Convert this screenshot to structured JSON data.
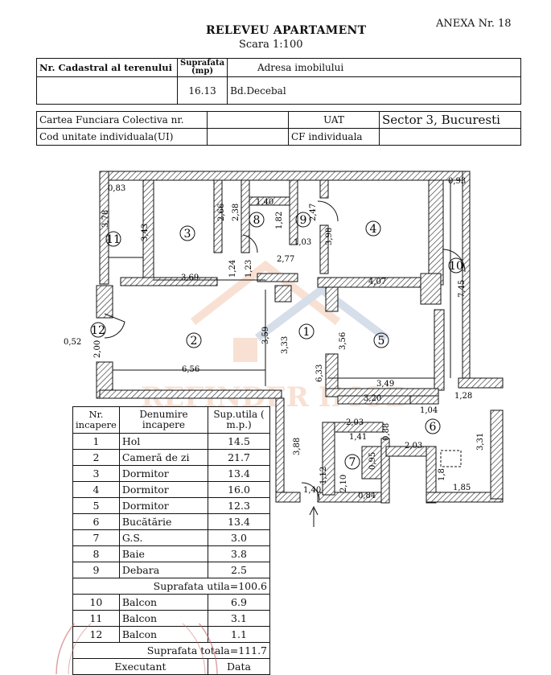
{
  "header": {
    "title": "RELEVEU APARTAMENT",
    "scale": "Scara 1:100",
    "annex": "ANEXA Nr. 18"
  },
  "cadastral_table": {
    "col1": "Nr. Cadastral al terenului",
    "col2": "Suprafata (mp)",
    "col3": "Adresa imobilului",
    "area": "16.13",
    "address": "Bd.Decebal"
  },
  "cf_table": {
    "cf_colectiva": "Cartea Funciara Colectiva nr.",
    "uat_label": "UAT",
    "uat_value": "Sector 3, Bucuresti",
    "cod_unitate": "Cod unitate individuala(UI)",
    "cf_individuala": "CF individuala"
  },
  "rooms_table": {
    "h_nr": "Nr. incapere",
    "h_name": "Denumire incapere",
    "h_area": "Sup.utila ( m.p.)",
    "rows": [
      {
        "nr": "1",
        "name": "Hol",
        "area": "14.5"
      },
      {
        "nr": "2",
        "name": "Cameră de zi",
        "area": "21.7"
      },
      {
        "nr": "3",
        "name": "Dormitor",
        "area": "13.4"
      },
      {
        "nr": "4",
        "name": "Dormitor",
        "area": "16.0"
      },
      {
        "nr": "5",
        "name": "Dormitor",
        "area": "12.3"
      },
      {
        "nr": "6",
        "name": "Bucătărie",
        "area": "13.4"
      },
      {
        "nr": "7",
        "name": "G.S.",
        "area": "3.0"
      },
      {
        "nr": "8",
        "name": "Baie",
        "area": "3.8"
      },
      {
        "nr": "9",
        "name": "Debara",
        "area": "2.5"
      }
    ],
    "util_total": "Suprafata utila=100.6",
    "balcony_rows": [
      {
        "nr": "10",
        "name": "Balcon",
        "area": "6.9"
      },
      {
        "nr": "11",
        "name": "Balcon",
        "area": "3.1"
      },
      {
        "nr": "12",
        "name": "Balcon",
        "area": "1.1"
      }
    ],
    "grand_total": "Suprafata totala=111.7",
    "executant": "Executant",
    "data": "Data"
  },
  "plan": {
    "room_numbers": [
      "1",
      "2",
      "3",
      "4",
      "5",
      "6",
      "7",
      "8",
      "9",
      "10",
      "11",
      "12"
    ],
    "dims": [
      "0,83",
      "3,78",
      "3,43",
      "2,66",
      "2,38",
      "1,40",
      "1,82",
      "2,47",
      "3,98",
      "1,03",
      "2,77",
      "0,93",
      "3,69",
      "1,24",
      "1,23",
      "4,07",
      "7,45",
      "0,52",
      "2,00",
      "3,59",
      "3,33",
      "6,33",
      "3,56",
      "6,56",
      "3,49",
      "3,20",
      "1,28",
      "1,04",
      "2,03",
      "0,88",
      "2,03",
      "3,31",
      "3,88",
      "1,12",
      "2,10",
      "0,95",
      "0,84",
      "1,40",
      "1,85",
      "1,8",
      "1,41"
    ],
    "watermark": "REFINDER IMOB"
  }
}
